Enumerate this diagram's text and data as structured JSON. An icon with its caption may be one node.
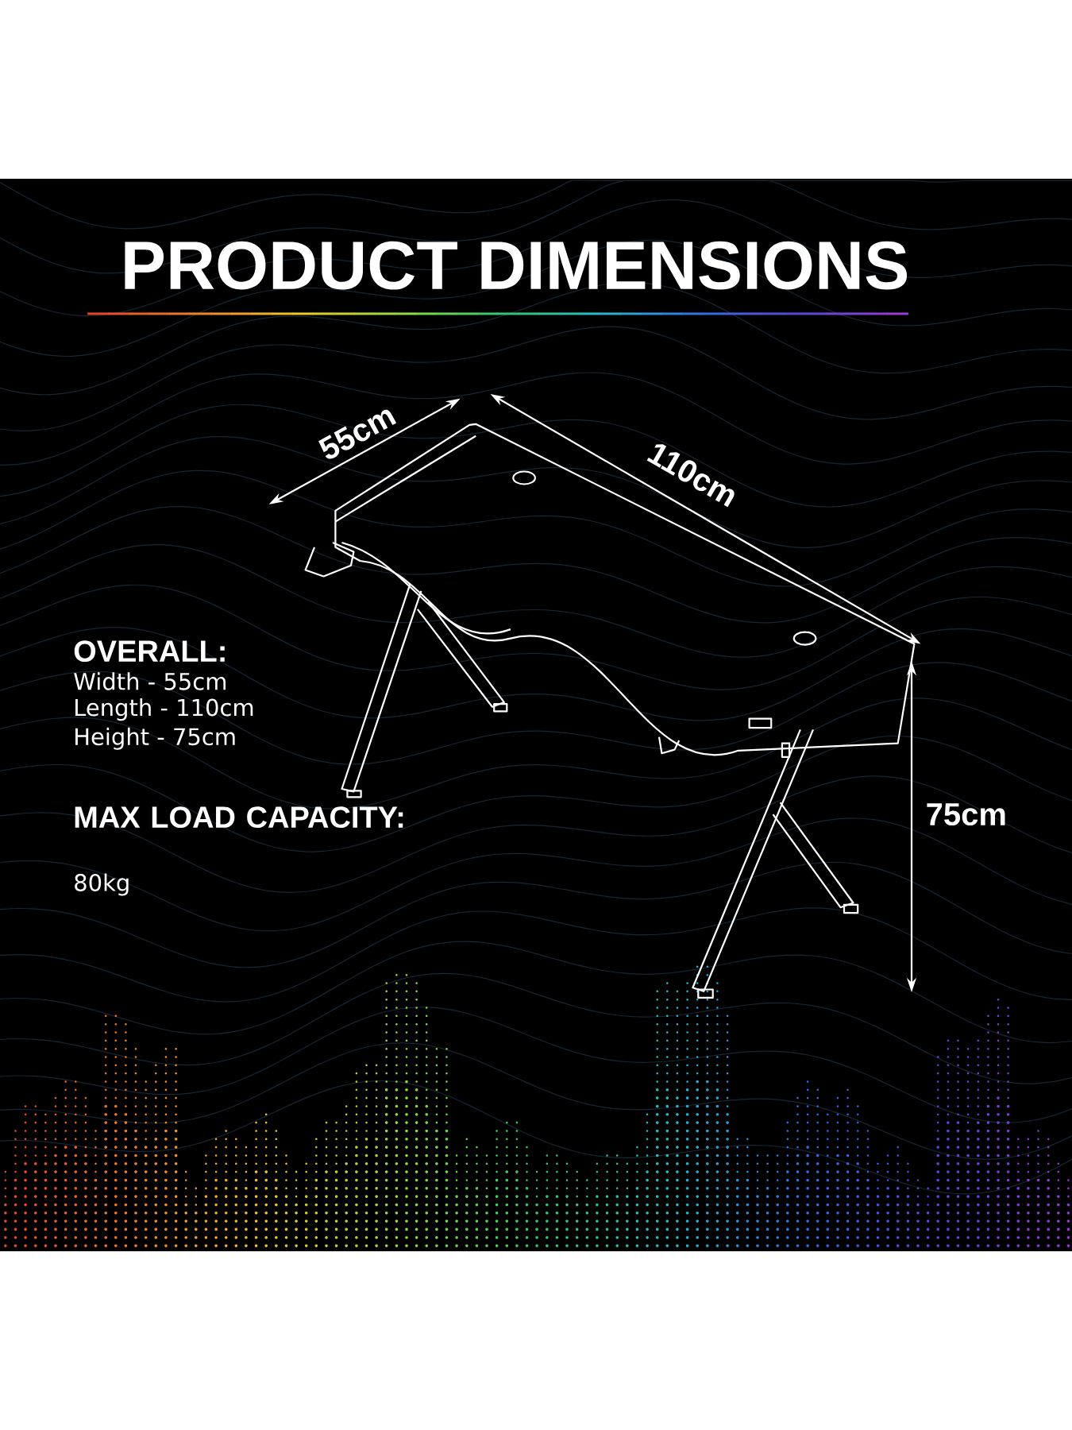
{
  "diagram": {
    "title": "PRODUCT DIMENSIONS",
    "labels": [
      "55cm",
      "110cm",
      "OVERALL:",
      "Width - 55cm",
      "Length - 110cm",
      "Height - 75cm",
      "75cm",
      "MAX LOAD CAPACITY:",
      "80kg"
    ]
  }
}
